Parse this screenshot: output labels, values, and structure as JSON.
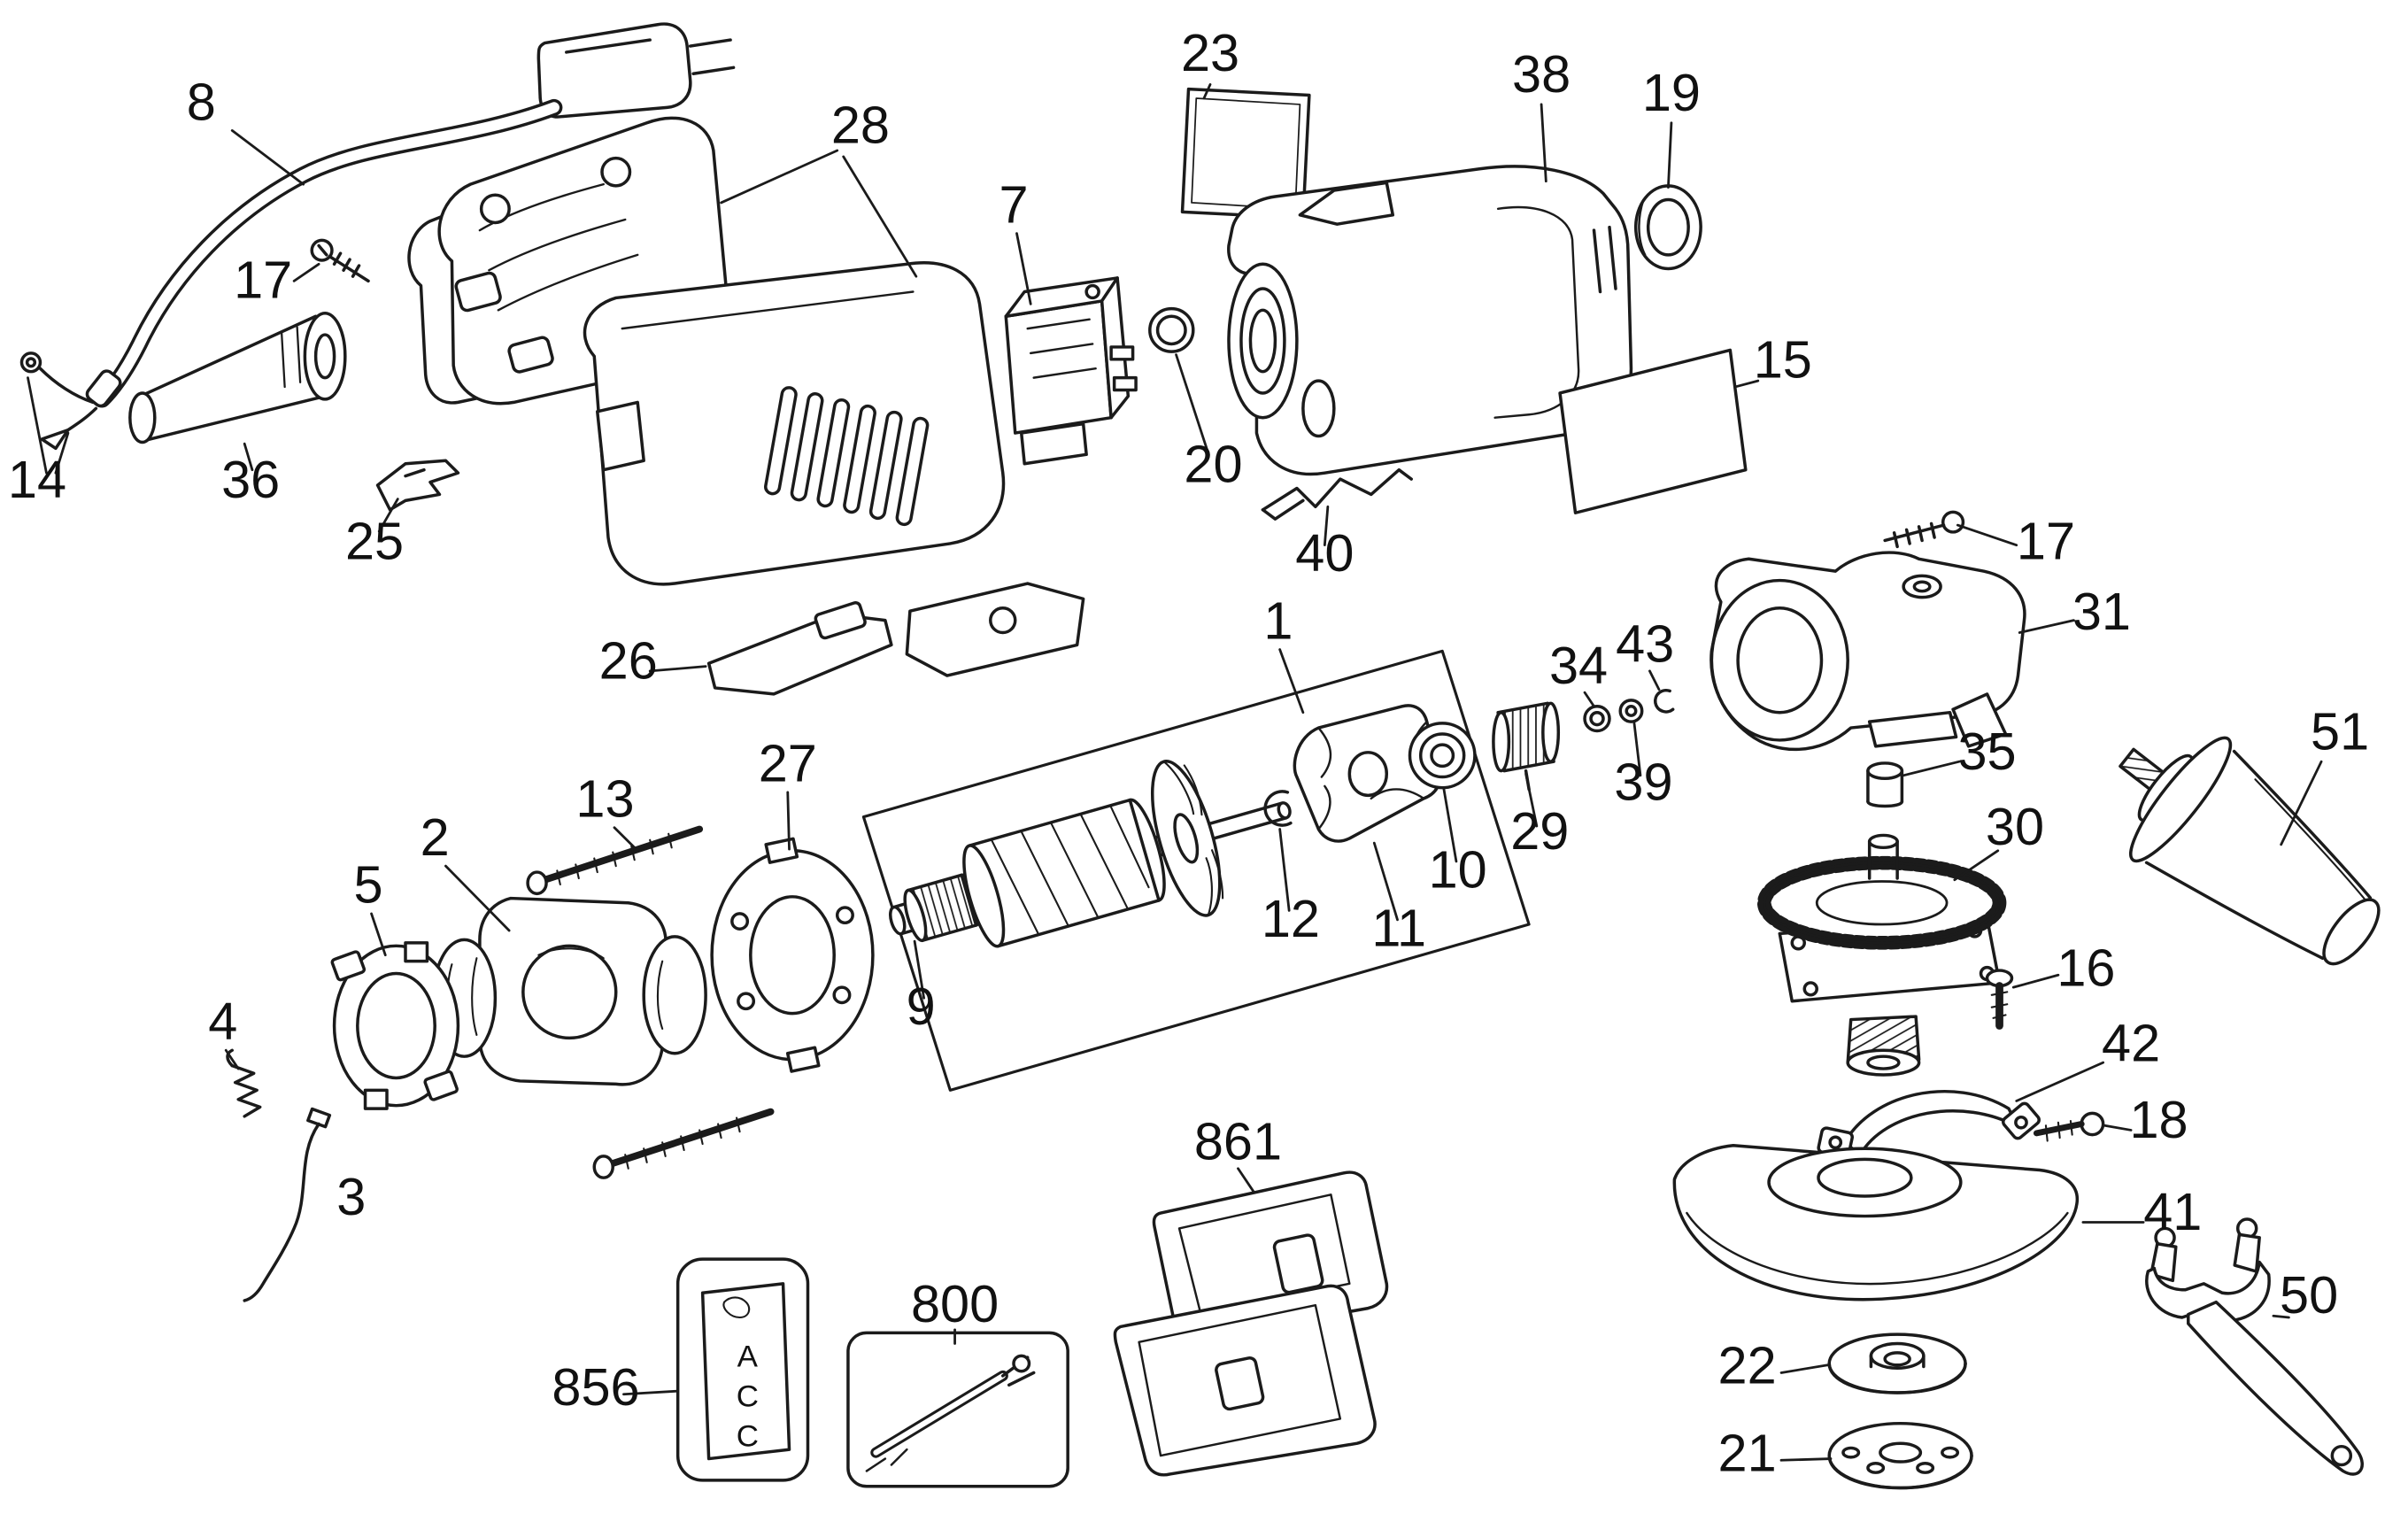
{
  "diagram": {
    "name": "power-tool-exploded-parts-diagram",
    "labels": {
      "p8": "8",
      "p17a": "17",
      "p28": "28",
      "p7": "7",
      "p23": "23",
      "p38": "38",
      "p19": "19",
      "p15": "15",
      "p20": "20",
      "p40": "40",
      "p14": "14",
      "p36": "36",
      "p25": "25",
      "p26": "26",
      "p1": "1",
      "p34": "34",
      "p43": "43",
      "p17b": "17",
      "p31": "31",
      "p27": "27",
      "p13": "13",
      "p39": "39",
      "p29": "29",
      "p10": "10",
      "p35": "35",
      "p51": "51",
      "p2": "2",
      "p5": "5",
      "p12": "12",
      "p11": "11",
      "p30": "30",
      "p9": "9",
      "p4": "4",
      "p16": "16",
      "p42": "42",
      "p3": "3",
      "p18": "18",
      "p861": "861",
      "p41": "41",
      "p800": "800",
      "p856": "856",
      "p22": "22",
      "p50": "50",
      "p21": "21"
    },
    "acc_letters": [
      "A",
      "C",
      "C"
    ]
  }
}
